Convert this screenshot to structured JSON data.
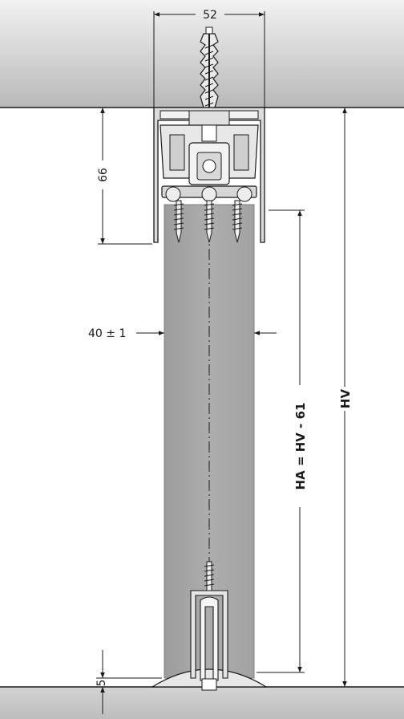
{
  "dimensions": {
    "track_width": "52",
    "track_height": "66",
    "panel_thickness": "40 ± 1",
    "panel_height": "HA = HV - 61",
    "total_height": "HV",
    "floor_clearance": "5"
  },
  "colors": {
    "ceiling_light": "#ececec",
    "ceiling_dark": "#b9b9b9",
    "panel": "#aaaaaa",
    "panel_edge": "#8d8d8d",
    "line": "#1a1a1a",
    "metal": "#e4e4e4",
    "floor": "#c8c8c8"
  },
  "icons": {
    "anchor": "wall-plug-anchor-icon",
    "screws": "wood-screw-icon",
    "guide": "floor-guide-icon"
  }
}
